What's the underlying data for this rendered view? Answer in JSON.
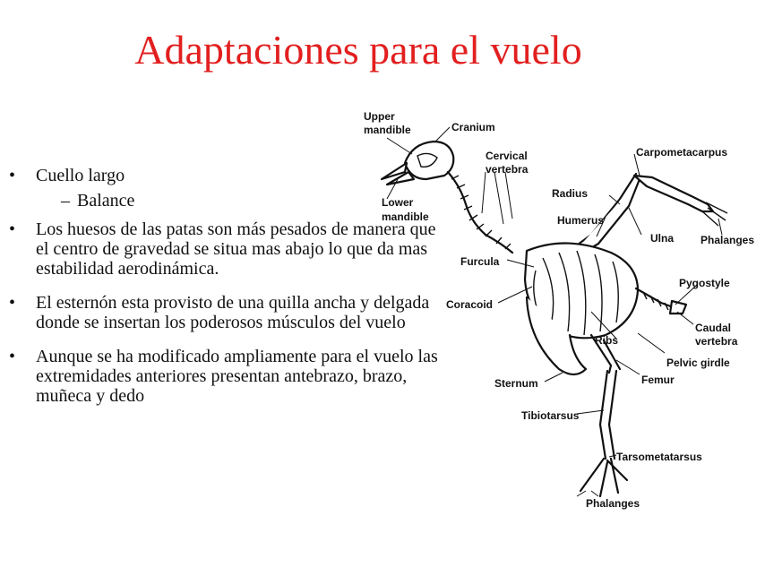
{
  "slide": {
    "title": "Adaptaciones para el vuelo",
    "bullets": [
      {
        "level": 1,
        "text": " Cuello largo"
      },
      {
        "level": 2,
        "text": "Balance"
      },
      {
        "level": 1,
        "text": "Los huesos de las patas son más pesados de manera que el centro de gravedad se situa mas abajo lo que da mas estabilidad aerodinámica."
      },
      {
        "level": 1,
        "text": " El esternón esta provisto de una quilla ancha y delgada donde se insertan los poderosos músculos del vuelo"
      },
      {
        "level": 1,
        "text": "Aunque se ha modificado ampliamente para el vuelo las extremidades anteriores presentan antebrazo, brazo, muñeca y dedo"
      }
    ],
    "bullet_symbol": "•",
    "sub_bullet_symbol": "–",
    "title_color": "#e21f1f"
  },
  "diagram": {
    "labels": {
      "upper_mandible_1": "Upper",
      "upper_mandible_2": "mandible",
      "cranium": "Cranium",
      "cervical_1": "Cervical",
      "cervical_2": "vertebra",
      "lower_mandible_1": "Lower",
      "lower_mandible_2": "mandible",
      "carpometacarpus": "Carpometacarpus",
      "radius": "Radius",
      "humerus": "Humerus",
      "ulna": "Ulna",
      "phalanges_wing": "Phalanges",
      "furcula": "Furcula",
      "pygostyle": "Pygostyle",
      "coracoid": "Coracoid",
      "caudal_1": "Caudal",
      "caudal_2": "vertebra",
      "ribs": "Ribs",
      "pelvic_girdle": "Pelvic girdle",
      "sternum": "Sternum",
      "femur": "Femur",
      "tibiotarsus": "Tibiotarsus",
      "tarsometatarsus": "Tarsometatarsus",
      "phalanges_foot": "Phalanges"
    }
  }
}
